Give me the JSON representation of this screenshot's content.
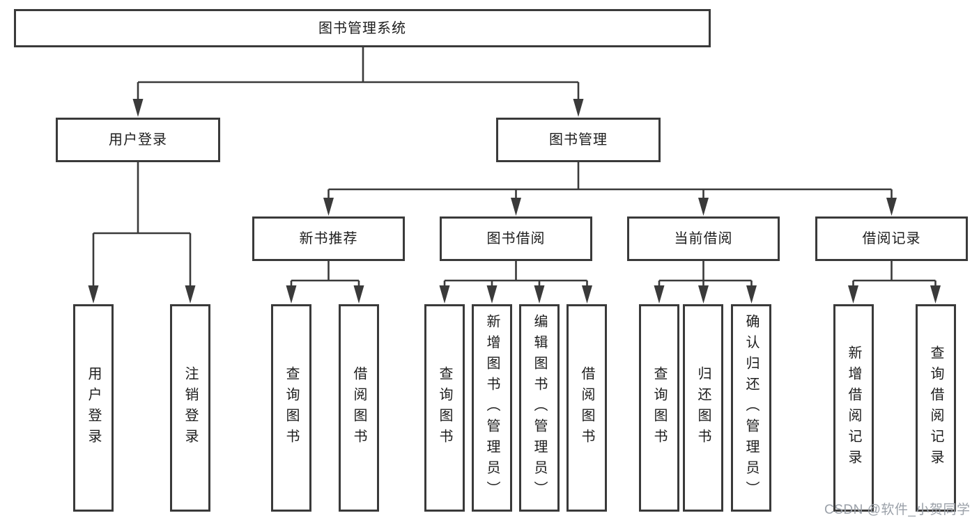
{
  "colors": {
    "line": "#3a3a3a",
    "text": "#1d1d1d",
    "watermark": "#9ba1a9",
    "background": "#ffffff"
  },
  "watermark": {
    "text": "CSDN @软件_小贺同学"
  },
  "tree": {
    "root": {
      "label": "图书管理系统"
    },
    "level2": [
      {
        "label": "用户登录"
      },
      {
        "label": "图书管理"
      }
    ],
    "level3": [
      {
        "label": "新书推荐"
      },
      {
        "label": "图书借阅"
      },
      {
        "label": "当前借阅"
      },
      {
        "label": "借阅记录"
      }
    ],
    "leaves": {
      "user_login": [
        {
          "label": "用户登录"
        },
        {
          "label": "注销登录"
        }
      ],
      "new_book_recommend": [
        {
          "label": "查询图书"
        },
        {
          "label": "借阅图书"
        }
      ],
      "book_borrow": [
        {
          "label": "查询图书"
        },
        {
          "label": "新增图书（管理员）"
        },
        {
          "label": "编辑图书（管理员）"
        },
        {
          "label": "借阅图书"
        }
      ],
      "current_borrow": [
        {
          "label": "查询图书"
        },
        {
          "label": "归还图书"
        },
        {
          "label": "确认归还（管理员）"
        }
      ],
      "borrow_records": [
        {
          "label": "新增借阅记录"
        },
        {
          "label": "查询借阅记录"
        }
      ]
    }
  }
}
